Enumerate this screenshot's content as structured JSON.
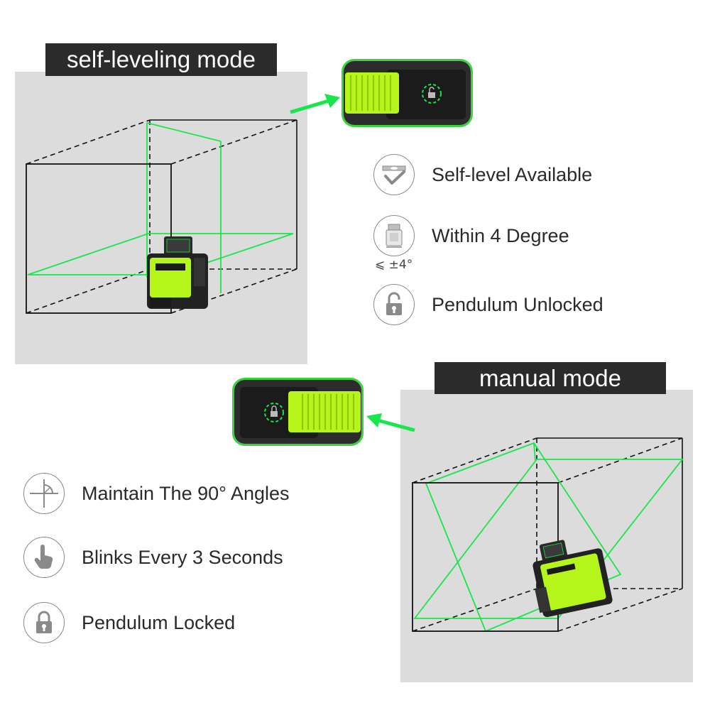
{
  "colors": {
    "laser_green": "#19e64a",
    "device_green": "#b6f51a",
    "callout_border": "#39d33b",
    "panel_gray": "#dcdcdc",
    "title_bg": "#2b2b2b"
  },
  "self_leveling": {
    "title": "self-leveling mode",
    "features": [
      {
        "icon": "bubble-level-check-icon",
        "label": "Self-level Available"
      },
      {
        "icon": "laser-device-tilt-icon",
        "label": "Within 4 Degree",
        "caption": "⩽ ±4°"
      },
      {
        "icon": "padlock-unlocked-icon",
        "label": "Pendulum Unlocked"
      }
    ]
  },
  "manual": {
    "title": "manual mode",
    "features": [
      {
        "icon": "angle-90-degree-icon",
        "label": "Maintain The 90° Angles"
      },
      {
        "icon": "finger-tap-icon",
        "label": "Blinks Every 3 Seconds"
      },
      {
        "icon": "padlock-locked-icon",
        "label": "Pendulum Locked"
      }
    ]
  }
}
